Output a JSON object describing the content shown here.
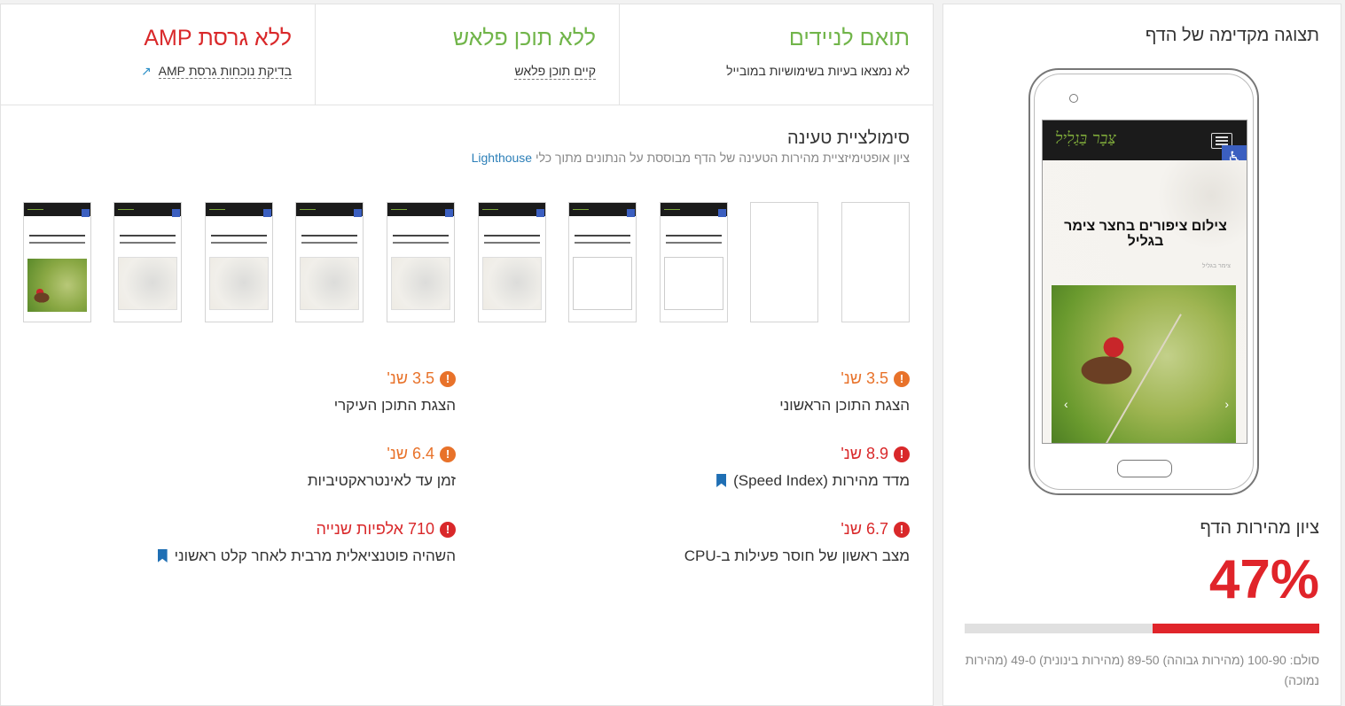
{
  "preview": {
    "title": "תצוגה מקדימה של הדף",
    "site": {
      "logo_text": "צַּבָר בַּגַלִיל",
      "heading": "צילום ציפורים בחצר צימר בגליל",
      "meta": "צימר בגליל",
      "access_glyph": "♿",
      "prev_arrow": "‹",
      "next_arrow": "›"
    }
  },
  "score": {
    "label": "ציון מהירות הדף",
    "value_text": "47%",
    "value": 47,
    "scale_text": "סולם: 100-90 (מהירות גבוהה) 89-50 (מהירות בינונית) 49-0 (מהירות נמוכה)",
    "color": "#e0242a"
  },
  "checks": {
    "mobile": {
      "title": "תואם לניידים",
      "sub": "לא נמצאו בעיות בשימושיות במובייל"
    },
    "flash": {
      "title": "ללא תוכן פלאש",
      "sub": "קיים תוכן פלאש"
    },
    "amp": {
      "title": "ללא גרסת AMP",
      "sub": "בדיקת נוכחות גרסת AMP",
      "link_icon": "↗"
    }
  },
  "simulation": {
    "title": "סימולציית טעינה",
    "sub_prefix": "ציון אופטימיזציית מהירות הטעינה של הדף מבוססת על הנתונים מתוך כלי ",
    "sub_link": "Lighthouse"
  },
  "frames": [
    "empty",
    "empty",
    "partial",
    "partial",
    "flower",
    "flower",
    "flower",
    "flower",
    "flower",
    "photo"
  ],
  "metrics": {
    "fcp": {
      "value": "3.5 שנ'",
      "label": "הצגת התוכן הראשוני"
    },
    "lcp": {
      "value": "3.5 שנ'",
      "label": "הצגת התוכן העיקרי"
    },
    "si": {
      "value": "8.9 שנ'",
      "label": "מדד מהירות (Speed Index)"
    },
    "tti": {
      "value": "6.4 שנ'",
      "label": "זמן עד לאינטראקטיביות"
    },
    "fci": {
      "value": "6.7 שנ'",
      "label": "מצב ראשון של חוסר פעילות ב-CPU"
    },
    "fid": {
      "value": "710 אלפיות שנייה",
      "label": "השהיה פוטנציאלית מרבית לאחר קלט ראשוני"
    },
    "alert_glyph": "!"
  },
  "colors": {
    "green": "#71b54a",
    "red": "#d9282a",
    "orange": "#e8722a",
    "link": "#2c7fb8"
  }
}
